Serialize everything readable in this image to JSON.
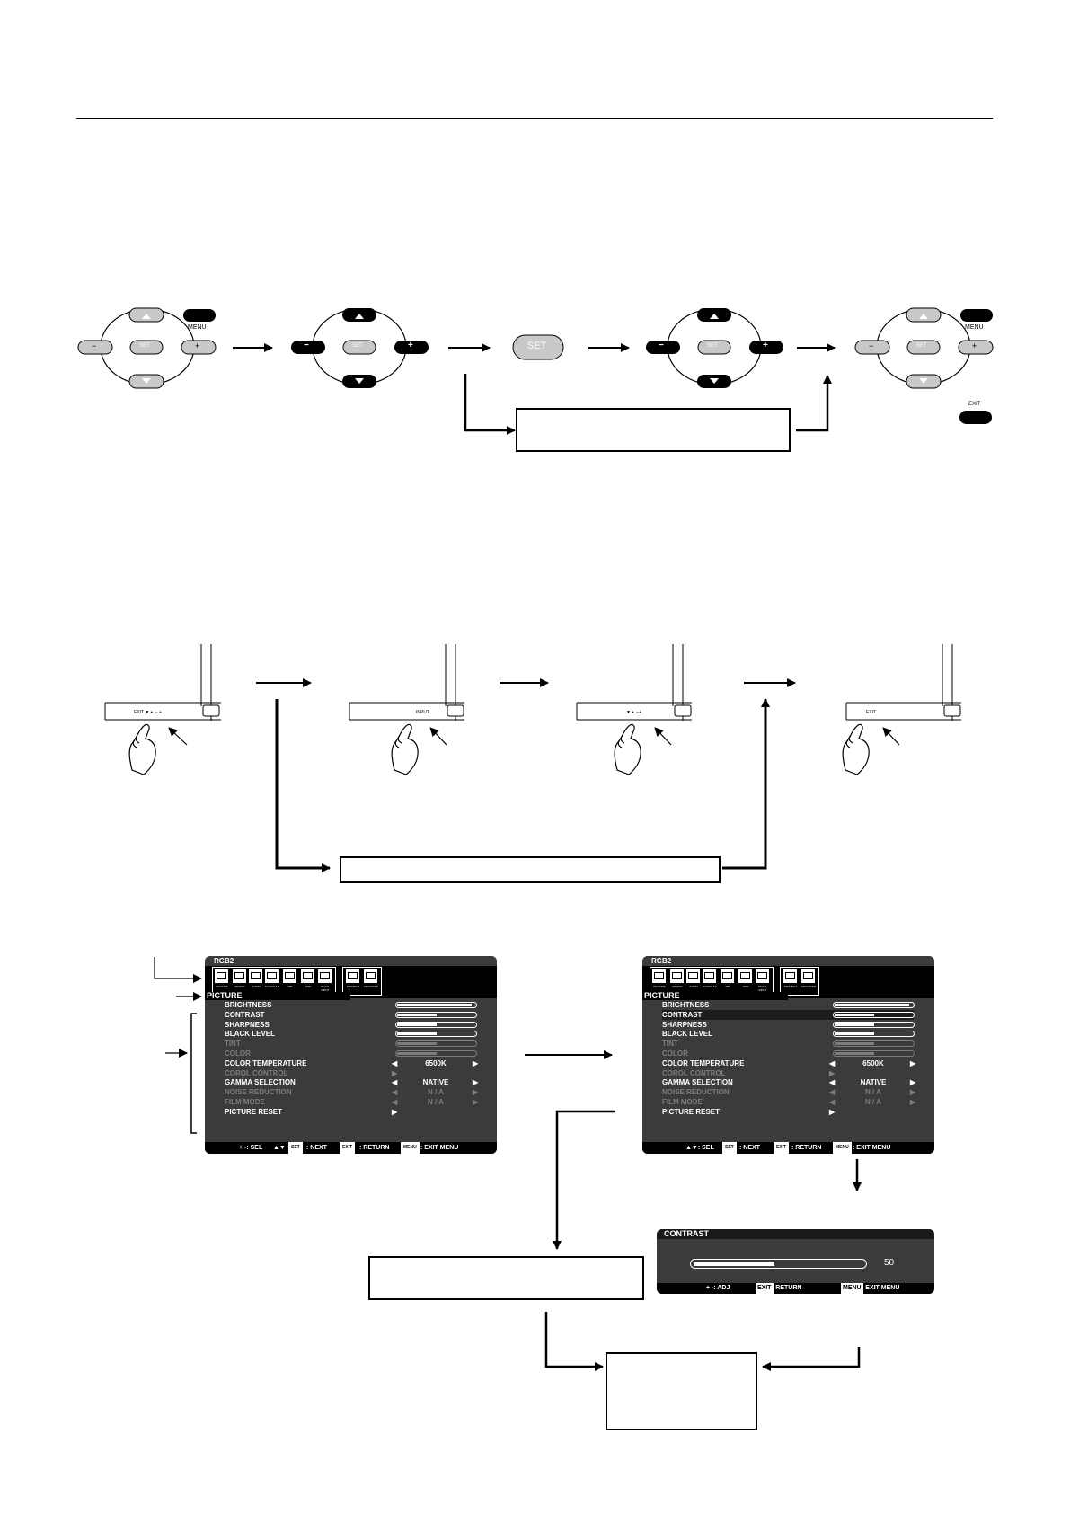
{
  "remote": {
    "menu_label": "MENU",
    "set_label": "SET",
    "exit_label": "EXIT",
    "plus": "+",
    "minus": "−"
  },
  "panel": {
    "step1": "EXIT  ▼▲  −  +",
    "step2": "INPUT",
    "step3": "▼▲  −+",
    "step4": "EXIT"
  },
  "osd": {
    "source": "RGB2",
    "icons": [
      "PICTURE",
      "ADJUST",
      "AUDIO",
      "SCHEDULE",
      "PIP",
      "OSD",
      "MULTI-INPUT",
      "PROTECT",
      "ADVANCED"
    ],
    "menu_title": "PICTURE",
    "items": [
      {
        "label": "BRIGHTNESS",
        "type": "bar",
        "level": 0.95,
        "dim": false
      },
      {
        "label": "CONTRAST",
        "type": "bar",
        "level": 0.5,
        "dim": false
      },
      {
        "label": "SHARPNESS",
        "type": "bar",
        "level": 0.5,
        "dim": false
      },
      {
        "label": "BLACK LEVEL",
        "type": "bar",
        "level": 0.5,
        "dim": false
      },
      {
        "label": "TINT",
        "type": "bar",
        "level": 0.5,
        "dim": true
      },
      {
        "label": "COLOR",
        "type": "bar",
        "level": 0.5,
        "dim": true
      },
      {
        "label": "COLOR TEMPERATURE",
        "type": "select",
        "value": "6500K",
        "dim": false
      },
      {
        "label": "COROL CONTROL",
        "type": "arrow",
        "dim": true
      },
      {
        "label": "GAMMA SELECTION",
        "type": "select",
        "value": "NATIVE",
        "dim": false
      },
      {
        "label": "NOISE REDUCTION",
        "type": "select",
        "value": "N / A",
        "dim": true
      },
      {
        "label": "FILM MODE",
        "type": "select",
        "value": "N / A",
        "dim": true
      },
      {
        "label": "PICTURE RESET",
        "type": "arrow",
        "dim": false
      }
    ],
    "footer_left": {
      "sel": "+ -: SEL",
      "nav": "▲▼",
      "set_key": "SET",
      "next": ": NEXT",
      "exit_key": "EXIT",
      "return": ": RETURN",
      "menu_key": "MENU",
      "exit_menu": ": EXIT MENU"
    },
    "footer_right": {
      "sel": "▲▼: SEL",
      "set_key": "SET",
      "next": ": NEXT",
      "exit_key": "EXIT",
      "return": ": RETURN",
      "menu_key": "MENU",
      "exit_menu": ": EXIT MENU"
    }
  },
  "contrast_screen": {
    "title": "CONTRAST",
    "level": 0.5,
    "value": "50",
    "adj": "+ -: ADJ",
    "exit_key": "EXIT",
    "return": ": RETURN",
    "menu_key": "MENU",
    "exit_menu": ": EXIT MENU"
  },
  "colors": {
    "osd_bg": "#3b3b3b",
    "key_black": "#000000",
    "key_gray": "#c8c8c8"
  }
}
